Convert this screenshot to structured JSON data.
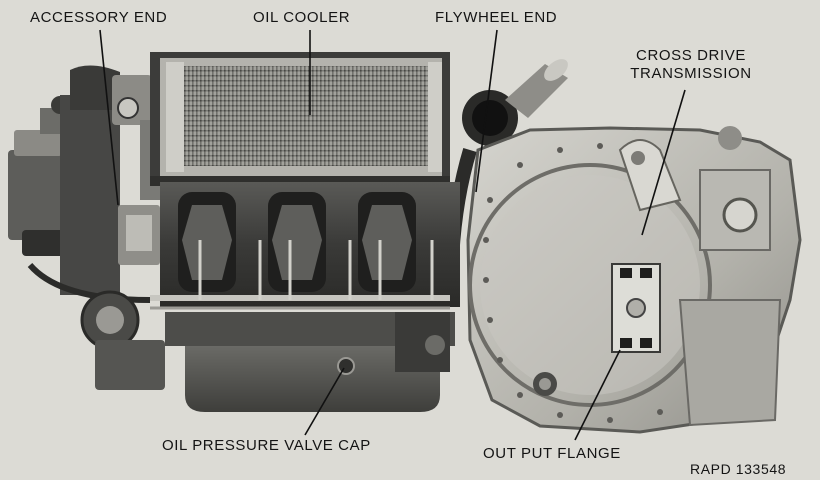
{
  "figure": {
    "labels": {
      "accessory_end": "ACCESSORY END",
      "oil_cooler": "OIL COOLER",
      "flywheel_end": "FLYWHEEL END",
      "cross_drive_transmission": [
        "CROSS DRIVE",
        "TRANSMISSION"
      ],
      "oil_pressure_valve_cap": "OIL PRESSURE VALVE CAP",
      "out_put_flange": "OUT PUT FLANGE"
    },
    "reference_number": "RAPD 133548"
  },
  "colors": {
    "background": "#dcdbd5",
    "metal_dark": "#2a2a2a",
    "metal_mid": "#6f6f6b",
    "metal_light": "#b8b7b1",
    "text": "#141414"
  }
}
